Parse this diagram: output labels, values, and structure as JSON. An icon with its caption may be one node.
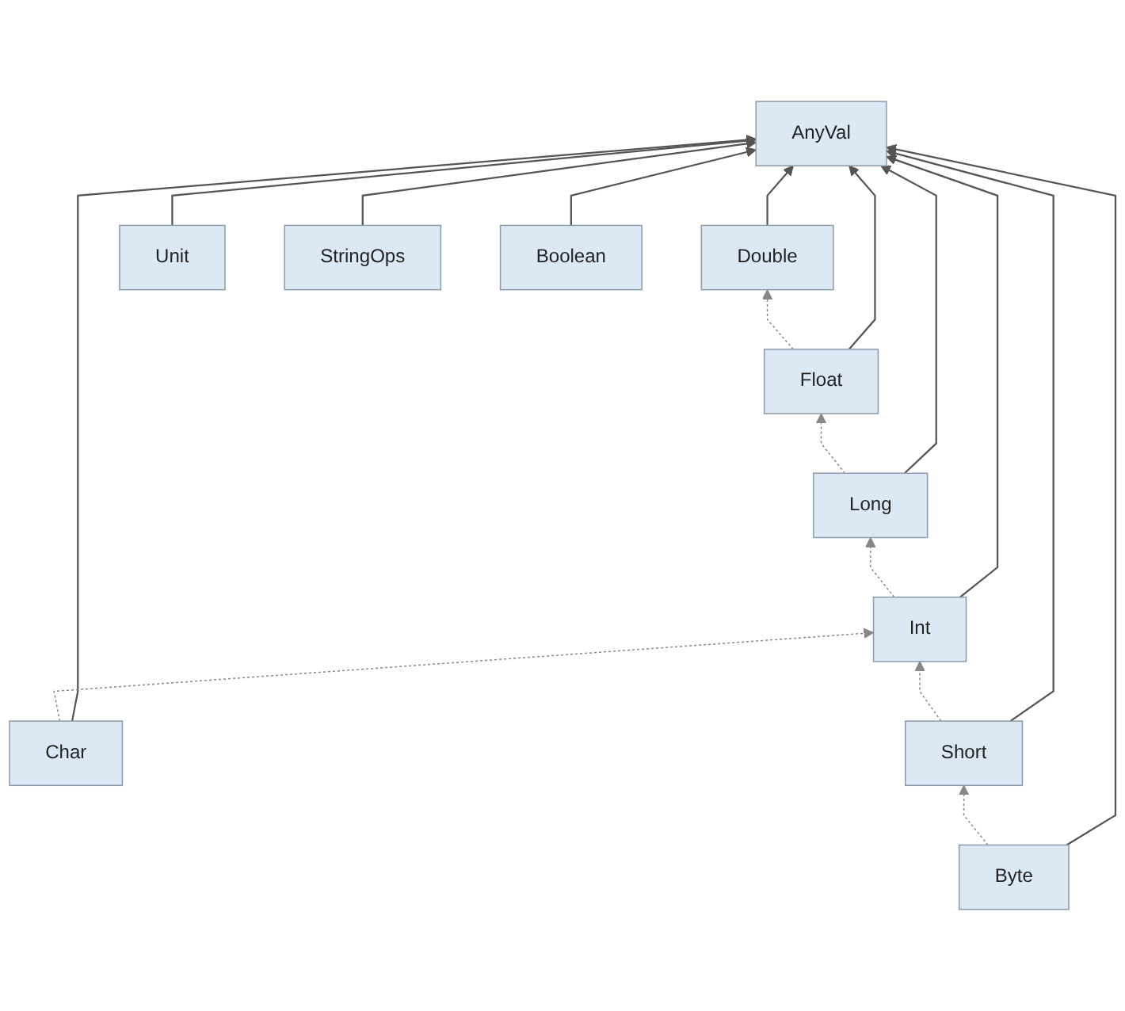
{
  "diagram": {
    "nodes": [
      {
        "text": [
          "AnyVal"
        ]
      },
      {
        "text": [
          "Double"
        ]
      },
      {
        "text": [
          "Unit"
        ]
      },
      {
        "text": [
          "Float"
        ]
      },
      {
        "text": [
          "StringOps"
        ]
      },
      {
        "text": [
          "Long"
        ]
      },
      {
        "text": [
          "Int"
        ]
      },
      {
        "text": [
          "Char"
        ]
      },
      {
        "text": [
          "Short"
        ]
      },
      {
        "text": [
          "Boolean"
        ]
      },
      {
        "text": [
          "Byte"
        ]
      }
    ],
    "edges": [
      {
        "from": 1,
        "to": 0,
        "arrow": "to"
      },
      {
        "from": 3,
        "to": 0,
        "arrow": "to"
      },
      {
        "from": 5,
        "to": 0,
        "arrow": "to"
      },
      {
        "from": 6,
        "to": 0,
        "arrow": "to"
      },
      {
        "from": 8,
        "to": 0,
        "arrow": "to"
      },
      {
        "from": 10,
        "to": 0,
        "arrow": "to"
      },
      {
        "from": 9,
        "to": 0,
        "arrow": "to"
      },
      {
        "from": 7,
        "to": 0,
        "arrow": "to"
      },
      {
        "from": 4,
        "to": 0,
        "arrow": "to"
      },
      {
        "from": 2,
        "to": 0,
        "arrow": "to"
      },
      {
        "from": 3,
        "to": 1,
        "arrow": "to",
        "style": "dashed"
      },
      {
        "from": 5,
        "to": 3,
        "arrow": "to",
        "style": "dashed"
      },
      {
        "from": 6,
        "to": 5,
        "arrow": "to",
        "style": "dashed"
      },
      {
        "from": 8,
        "to": 6,
        "arrow": "to",
        "style": "dashed"
      },
      {
        "from": 10,
        "to": 8,
        "arrow": "to",
        "style": "dashed"
      },
      {
        "from": 7,
        "to": 6,
        "arrow": "to",
        "style": "dashed"
      }
    ]
  }
}
